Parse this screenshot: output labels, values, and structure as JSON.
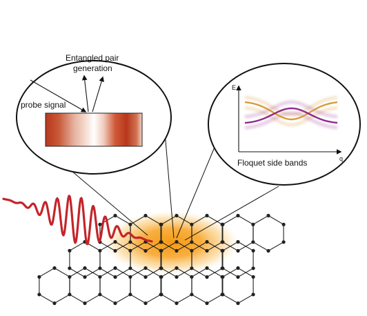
{
  "left_inset": {
    "pair_label_line1": "Entangled pair",
    "pair_label_line2": "generation",
    "probe_label": "probe signal"
  },
  "right_inset": {
    "y_axis_label": "E",
    "x_axis_label": "q",
    "caption": "Floquet side bands",
    "band_colors": {
      "upper": "#d99b3a",
      "lower": "#8e2a8e"
    }
  },
  "colors": {
    "wave": "#c4242a",
    "glow": "#f5a623",
    "lattice_stroke": "#222222",
    "bar_dark": "#b83a1e",
    "bar_light": "#ffffff"
  },
  "icons": {
    "light_pulse": "laser-pulse-wave-icon",
    "lattice": "hexagonal-lattice-icon"
  }
}
